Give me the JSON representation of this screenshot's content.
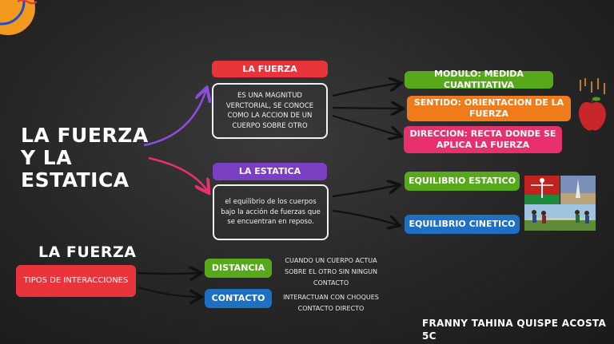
{
  "main_title": "LA FUERZA Y LA ESTATICA",
  "fuerza": {
    "header": "LA FUERZA",
    "definition": "ES UNA MAGNITUD VERCTORIAL, SE CONOCE COMO LA ACCION DE UN CUERPO SOBRE OTRO",
    "modulo": "MODULO: MEDIDA CUANTITATIVA",
    "sentido": "SENTIDO: ORIENTACION DE LA FUERZA",
    "direccion": "DIRECCION: RECTA DONDE SE APLICA LA FUERZA"
  },
  "estatica": {
    "header": "LA ESTATICA",
    "definition": "el equilibrio de los cuerpos bajo la acción de fuerzas que se encuentran en reposo.",
    "estatico": "EQUILIBRIO ESTATICO",
    "cinetico": "EQUILIBRIO CINETICO"
  },
  "interacciones": {
    "title": "LA FUERZA",
    "box": "TIPOS DE INTERACCIONES",
    "distancia": "DISTANCIA",
    "distancia_note": "CUANDO UN CUERPO ACTUA SOBRE EL OTRO SIN NINGUN CONTACTO",
    "contacto": "CONTACTO",
    "contacto_note": "INTERACTUAN CON CHOQUES CONTACTO DIRECTO"
  },
  "author": "FRANNY TAHINA QUISPE ACOSTA 5C",
  "colors": {
    "red": "#e8343a",
    "purple": "#7b3fc4",
    "green": "#58a81c",
    "orange": "#ef7b1a",
    "pink": "#e8306f",
    "blue": "#1f6fc2",
    "orange_deco": "#f39a1e"
  }
}
